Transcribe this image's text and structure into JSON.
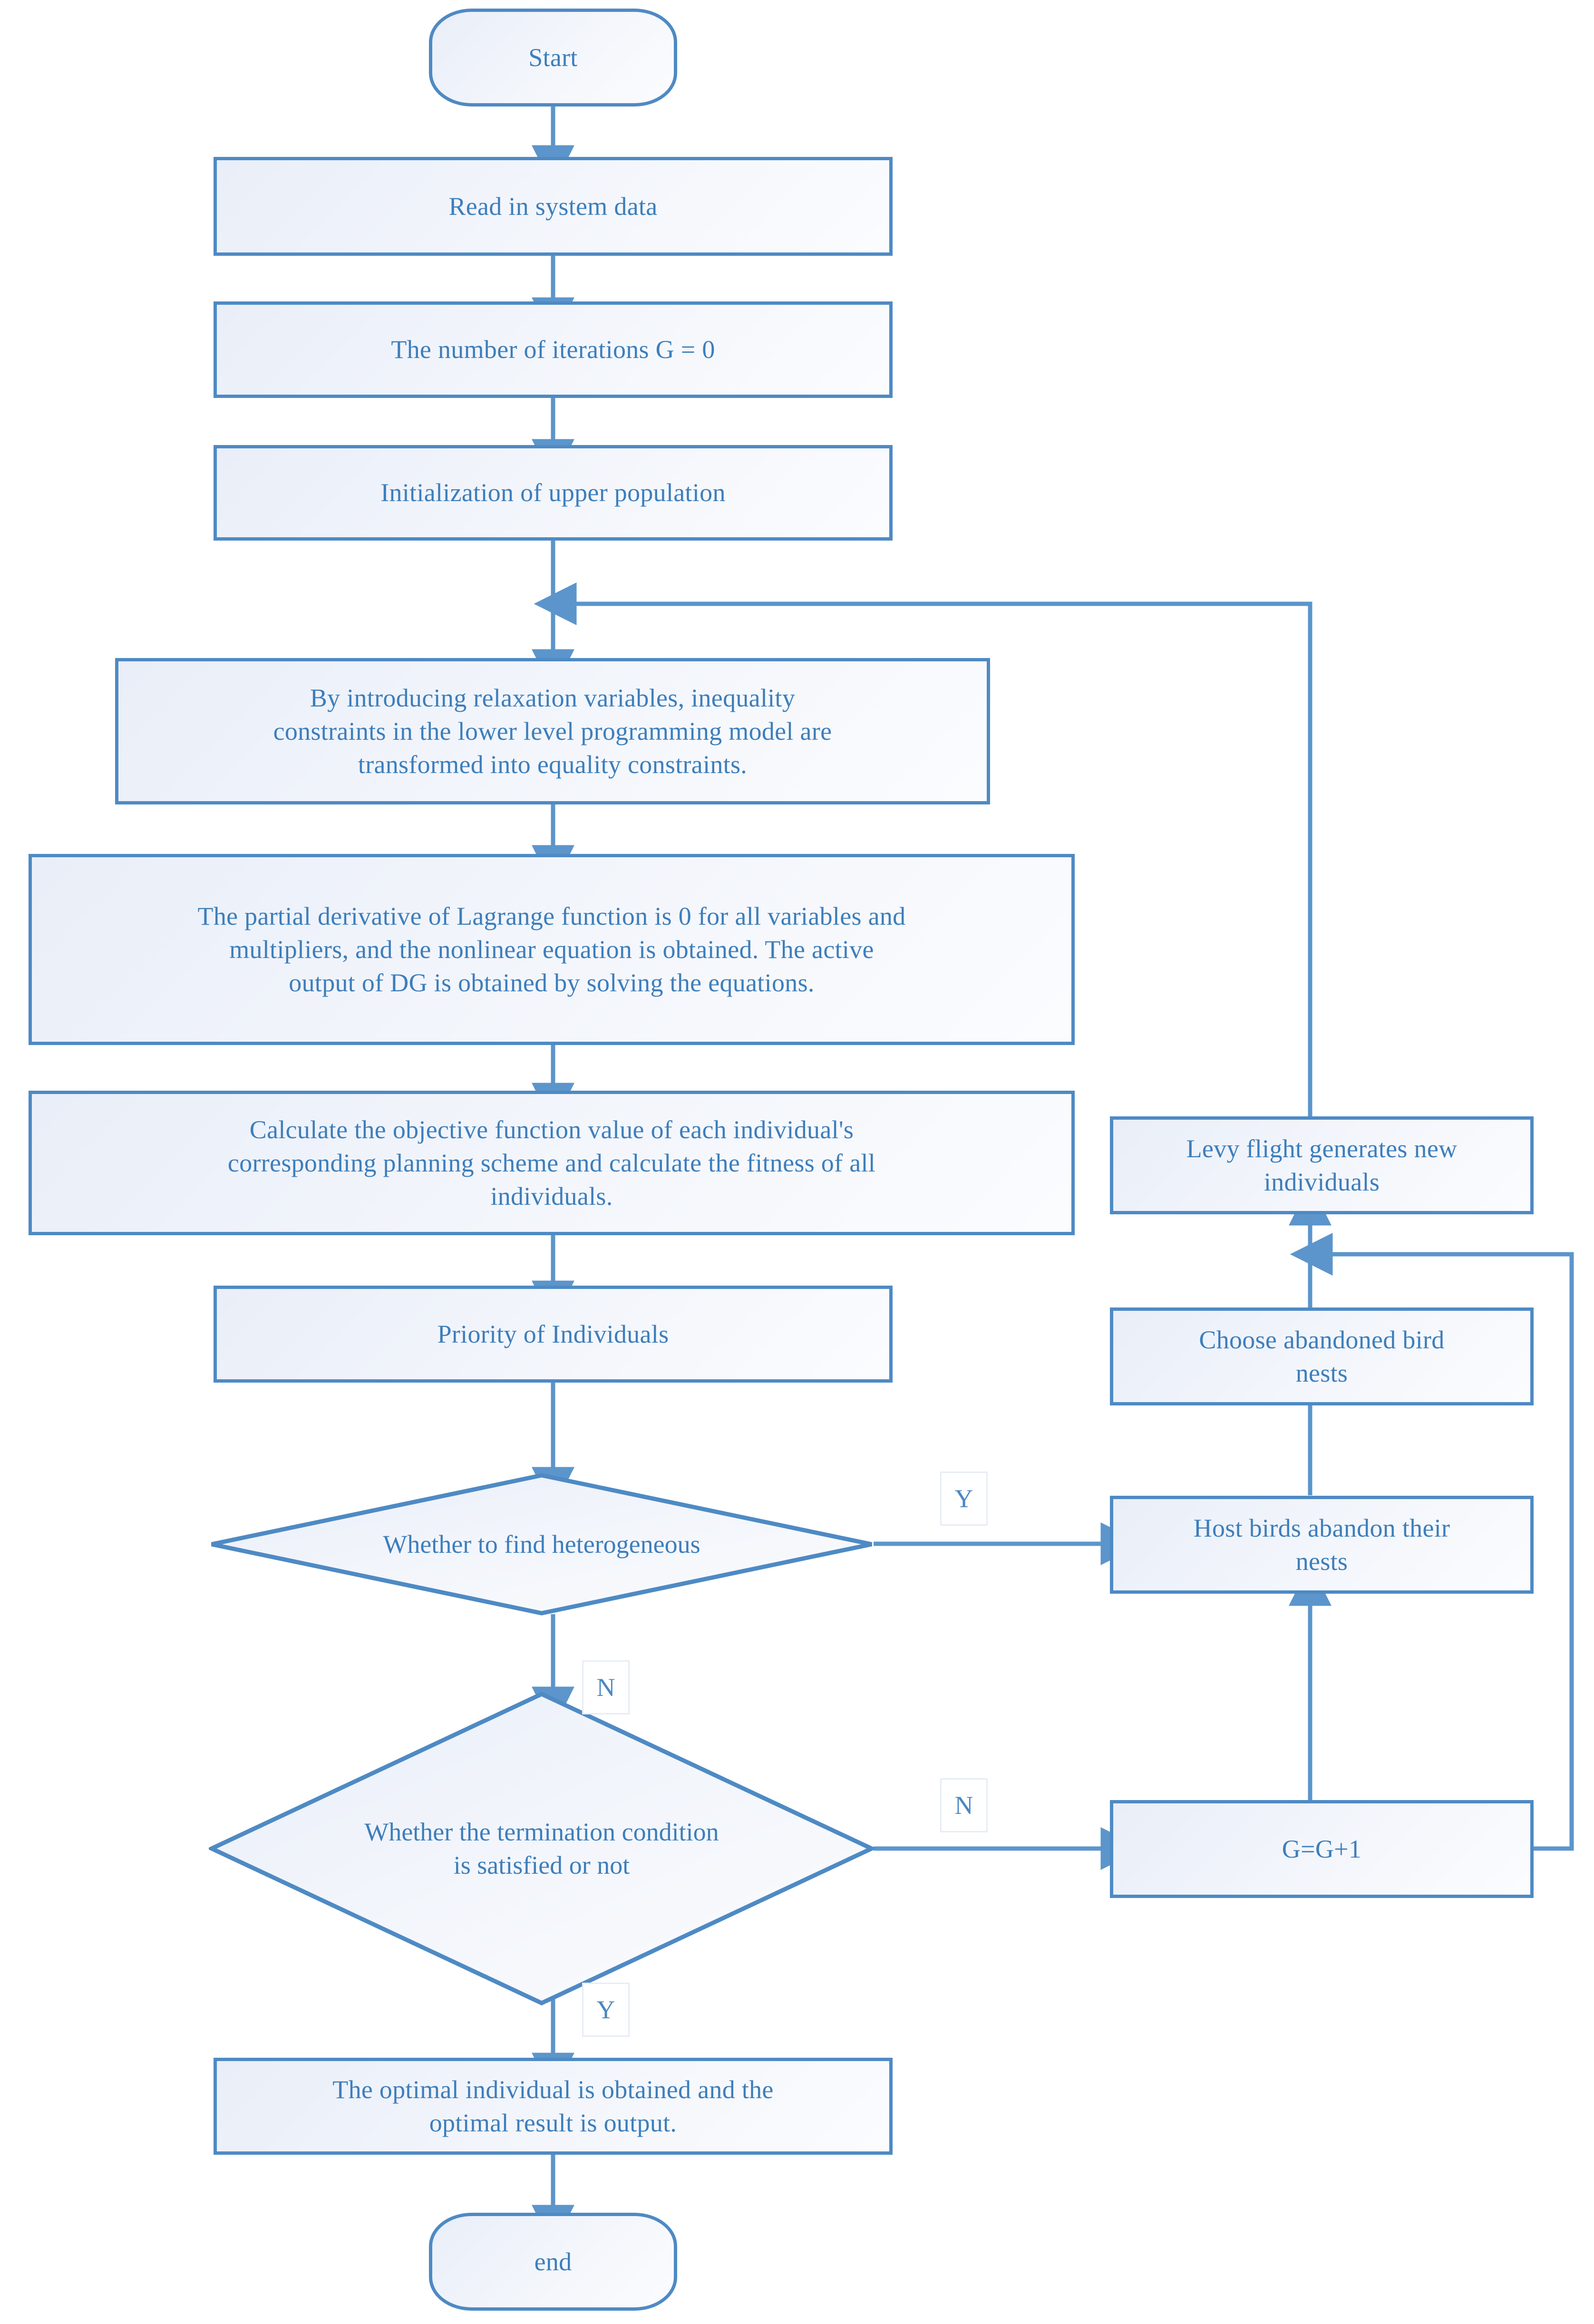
{
  "diagram": {
    "title": "Bilevel programming cuckoo search algorithm flowchart",
    "colors": {
      "stroke": "#4e8ac4",
      "text": "#3d7ebb",
      "fill_light": "#f7f9fd",
      "fill_dark": "#e9eef8",
      "tag_border": "#e7ecf6",
      "background": "#ffffff"
    },
    "nodes": {
      "start": {
        "label": "Start",
        "shape": "terminator"
      },
      "read_data": {
        "label": "Read in system data",
        "shape": "process"
      },
      "iterations_init": {
        "label": "The number of iterations G = 0",
        "shape": "process"
      },
      "population_init": {
        "label": "Initialization of upper population",
        "shape": "process"
      },
      "relaxation": {
        "label": "By introducing relaxation variables, inequality\nconstraints in the lower level programming model are\ntransformed into equality constraints.",
        "shape": "process"
      },
      "lagrange": {
        "label": "The partial derivative of Lagrange function is 0 for all variables and\nmultipliers, and the nonlinear equation is obtained. The active\noutput of DG is obtained by solving the equations.",
        "shape": "process"
      },
      "objective": {
        "label": "Calculate the objective function value of each individual's\ncorresponding planning scheme and calculate the fitness of all\nindividuals.",
        "shape": "process"
      },
      "priority": {
        "label": "Priority of Individuals",
        "shape": "process"
      },
      "heterogeneous": {
        "label": "Whether to find heterogeneous",
        "shape": "decision"
      },
      "termination": {
        "label": "Whether the termination condition\nis satisfied or not",
        "shape": "decision"
      },
      "optimal_output": {
        "label": "The optimal individual is obtained and the\noptimal result is output.",
        "shape": "process"
      },
      "end": {
        "label": "end",
        "shape": "terminator"
      },
      "levy_flight": {
        "label": "Levy flight generates new\nindividuals",
        "shape": "process"
      },
      "choose_nests": {
        "label": "Choose abandoned bird\nnests",
        "shape": "process"
      },
      "host_birds": {
        "label": "Host birds abandon their\nnests",
        "shape": "process"
      },
      "increment": {
        "label": "G=G+1",
        "shape": "process"
      }
    },
    "edge_labels": {
      "heterogeneous_yes": "Y",
      "heterogeneous_no": "N",
      "termination_no": "N",
      "termination_yes": "Y"
    },
    "edges": [
      {
        "from": "start",
        "to": "read_data",
        "label": ""
      },
      {
        "from": "read_data",
        "to": "iterations_init",
        "label": ""
      },
      {
        "from": "iterations_init",
        "to": "population_init",
        "label": ""
      },
      {
        "from": "population_init",
        "to": "relaxation",
        "label": ""
      },
      {
        "from": "relaxation",
        "to": "lagrange",
        "label": ""
      },
      {
        "from": "lagrange",
        "to": "objective",
        "label": ""
      },
      {
        "from": "objective",
        "to": "priority",
        "label": ""
      },
      {
        "from": "priority",
        "to": "heterogeneous",
        "label": ""
      },
      {
        "from": "heterogeneous",
        "to": "host_birds",
        "label": "Y"
      },
      {
        "from": "heterogeneous",
        "to": "termination",
        "label": "N"
      },
      {
        "from": "termination",
        "to": "increment",
        "label": "N"
      },
      {
        "from": "termination",
        "to": "optimal_output",
        "label": "Y"
      },
      {
        "from": "optimal_output",
        "to": "end",
        "label": ""
      },
      {
        "from": "host_birds",
        "to": "choose_nests",
        "label": ""
      },
      {
        "from": "choose_nests",
        "to": "levy_flight",
        "label": ""
      },
      {
        "from": "increment",
        "to": "host_birds",
        "label": ""
      },
      {
        "from": "increment",
        "to": "levy_flight",
        "label": ""
      },
      {
        "from": "levy_flight",
        "to": "relaxation",
        "label": ""
      }
    ]
  }
}
